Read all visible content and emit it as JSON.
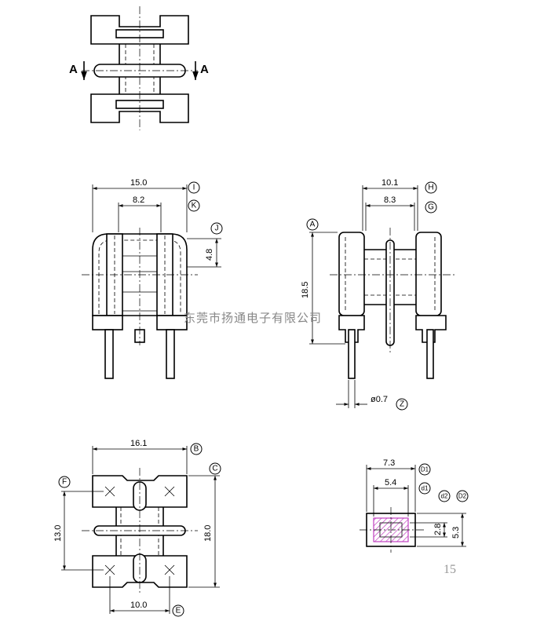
{
  "section_marker": "A",
  "dimensions": {
    "side_width": "15.0",
    "side_inner": "8.2",
    "side_slot_h": "4.8",
    "front_width": "10.1",
    "front_inner": "8.3",
    "front_height": "18.5",
    "pin_dia": "ø0.7",
    "bottom_width": "16.1",
    "bottom_pitch_v": "13.0",
    "bottom_height": "18.0",
    "bottom_pitch_h": "10.0",
    "detail_outer_w": "7.3",
    "detail_inner_w": "5.4",
    "detail_inner_h": "2.8",
    "detail_outer_h": "5.3"
  },
  "callouts": {
    "I": "I",
    "K": "K",
    "J": "J",
    "H": "H",
    "G": "G",
    "A": "A",
    "Z": "Z",
    "B": "B",
    "C": "C",
    "F": "F",
    "E": "E",
    "D1": "D1",
    "d1": "d1",
    "d2": "d2",
    "D2": "D2"
  },
  "watermark": "东莞市扬通电子有限公司",
  "page_number": "15"
}
